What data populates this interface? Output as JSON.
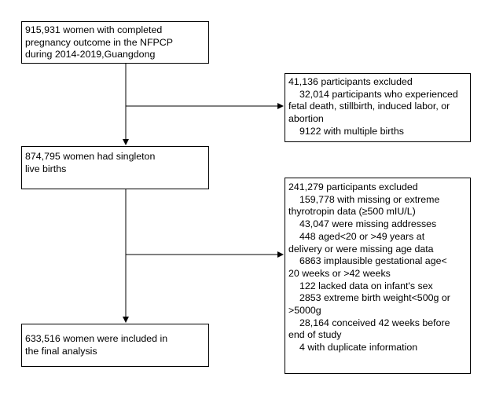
{
  "flow": {
    "box1": [
      "915,931 women with completed",
      "pregnancy outcome in the NFPCP",
      "during 2014-2019,Guangdong"
    ],
    "excl1": {
      "title": "41,136 participants excluded",
      "items": [
        [
          "32,014 participants who experienced",
          "fetal death, stillbirth, induced labor, or",
          "abortion"
        ],
        [
          "9122 with multiple births"
        ]
      ]
    },
    "box2": [
      "874,795 women had singleton",
      "live births"
    ],
    "excl2": {
      "title": "241,279 participants excluded",
      "items": [
        [
          "159,778 with missing or extreme",
          "thyrotropin data (≥500 mIU/L)"
        ],
        [
          "43,047 were missing addresses"
        ],
        [
          "448 aged<20 or >49 years at",
          "delivery or were missing age data"
        ],
        [
          "6863 implausible gestational age<",
          "20 weeks or >42 weeks"
        ],
        [
          "122 lacked data on infant's sex"
        ],
        [
          "2853 extreme birth weight<500g or",
          ">5000g"
        ],
        [
          "28,164 conceived 42 weeks before",
          "end of study"
        ],
        [
          "4 with duplicate information"
        ]
      ]
    },
    "box3": [
      "633,516 women were included in",
      "the final analysis"
    ]
  }
}
